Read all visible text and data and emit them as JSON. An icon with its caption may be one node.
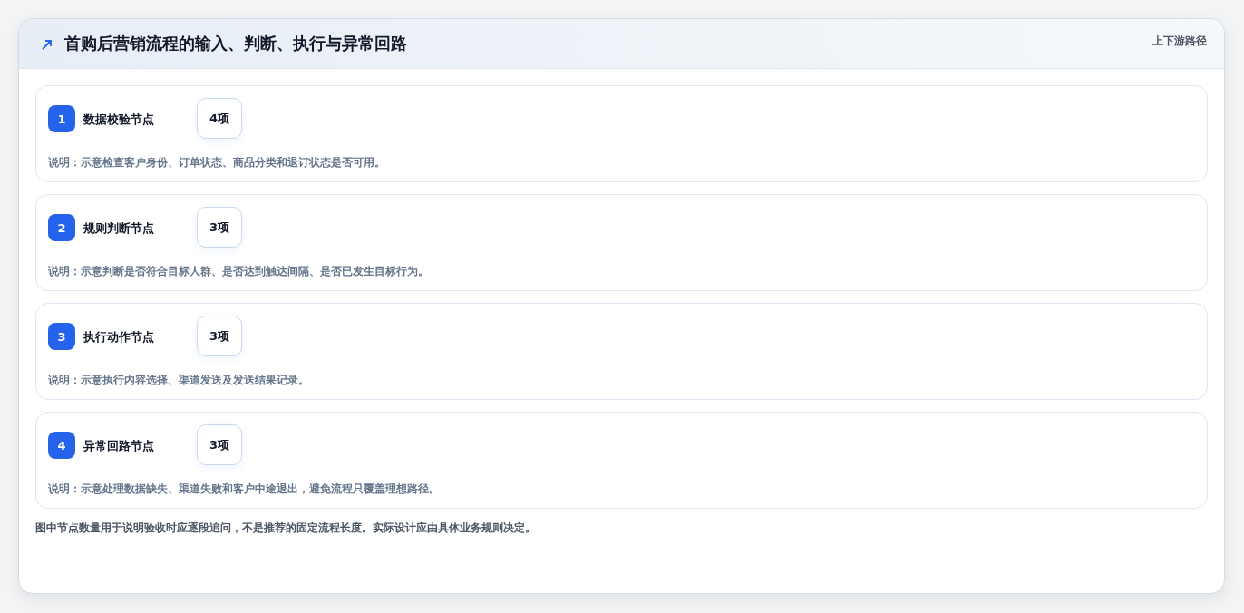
{
  "diagram": {
    "title": "首购后营销流程的输入、判断、执行与异常回路",
    "caption": "图中节点数量用于说明验收时应逐段追问，不是推荐的固定流程长度。实际设计应由具体业务规则决定。",
    "nodes": [
      {
        "text": [
          "数据校验节点",
          "说明：示意检查客户身份、订单状态、商品分类和退订状态是否可用。"
        ]
      },
      {
        "text": [
          "1"
        ],
        "in": 0
      },
      {
        "text": [
          "4项"
        ],
        "in": 0
      },
      {
        "text": [
          "规则判断节点",
          "说明：示意判断是否符合目标人群、是否达到触达间隔、是否已发生目标行为。"
        ]
      },
      {
        "text": [
          "2"
        ],
        "in": 3
      },
      {
        "text": [
          "3项"
        ],
        "in": 3
      },
      {
        "text": [
          "执行动作节点",
          "说明：示意执行内容选择、渠道发送及发送结果记录。"
        ]
      },
      {
        "text": [
          "3"
        ],
        "in": 6
      },
      {
        "text": [
          "3项"
        ],
        "in": 6
      },
      {
        "text": [
          "异常回路节点",
          "说明：示意处理数据缺失、渠道失败和客户中途退出，避免流程只覆盖理想路径。"
        ]
      },
      {
        "text": [
          "4"
        ],
        "in": 9
      },
      {
        "text": [
          "3项"
        ],
        "in": 9
      }
    ],
    "labels": [
      "上下游路径"
    ]
  }
}
